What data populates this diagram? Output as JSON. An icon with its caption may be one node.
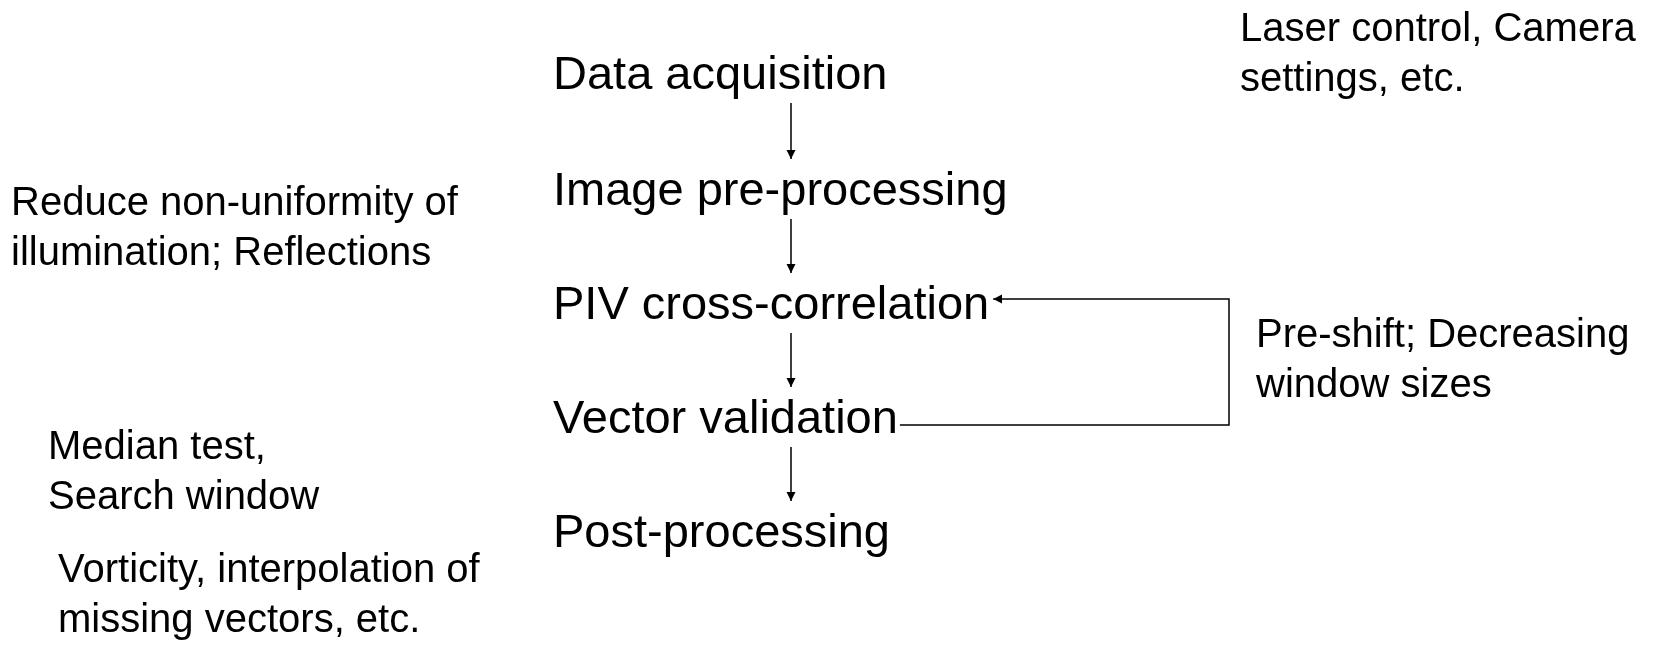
{
  "diagram": {
    "nodes": [
      {
        "text": [
          "Data acquisition"
        ]
      },
      {
        "text": [
          "Image pre-processing"
        ]
      },
      {
        "text": [
          "PIV cross-correlation"
        ]
      },
      {
        "text": [
          "Vector validation"
        ]
      },
      {
        "text": [
          "Post-processing"
        ]
      }
    ],
    "edges": [
      {
        "from": 0,
        "to": 1,
        "arrow": "to"
      },
      {
        "from": 1,
        "to": 2,
        "arrow": "to"
      },
      {
        "from": 2,
        "to": 3,
        "arrow": "to"
      },
      {
        "from": 3,
        "to": 4,
        "arrow": "to"
      },
      {
        "from": 3,
        "to": 2,
        "arrow": "to"
      }
    ],
    "labels": [
      "Laser control, Camera settings, etc.",
      "Reduce non-uniformity of illumination; Reflections",
      "Pre-shift; Decreasing window sizes",
      "Median test, Search window",
      "Vorticity, interpolation of missing vectors, etc."
    ]
  }
}
